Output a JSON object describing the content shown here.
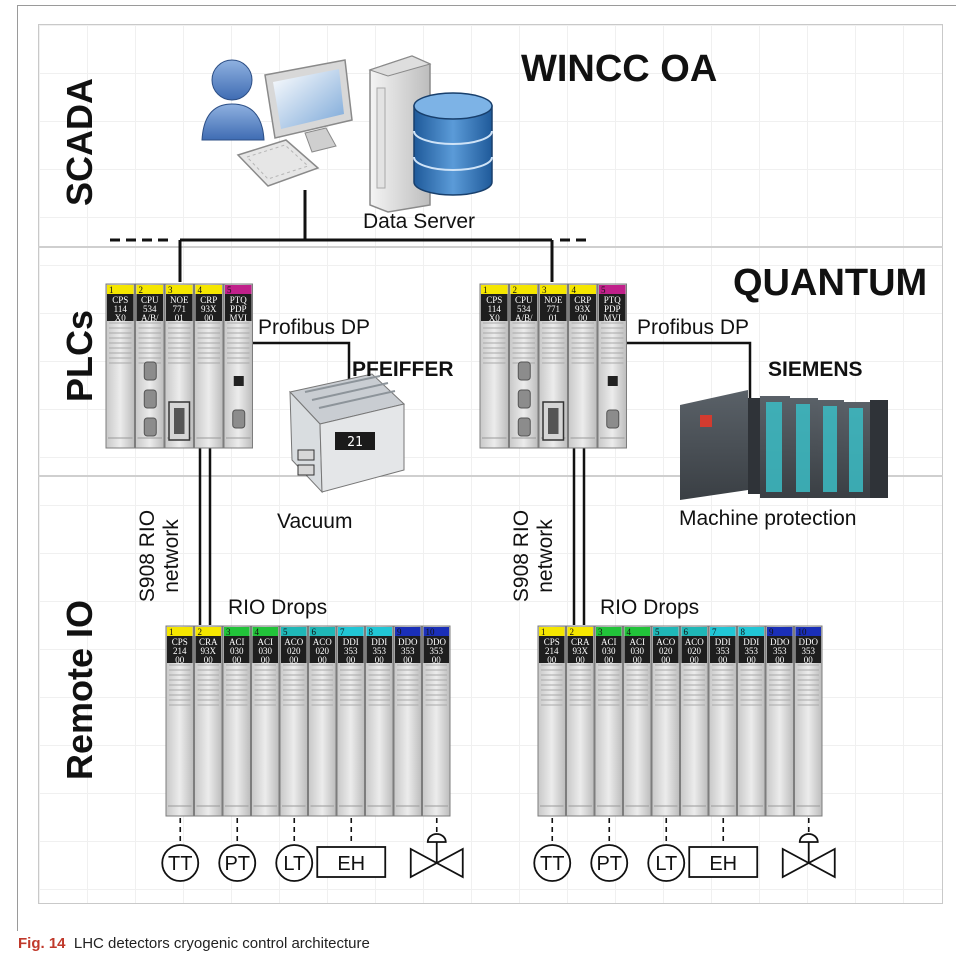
{
  "bands": {
    "scada": "SCADA",
    "plcs": "PLCs",
    "remote_io": "Remote IO"
  },
  "titles": {
    "wincc": "WINCC OA",
    "quantum": "QUANTUM"
  },
  "labels": {
    "data_server": "Data Server",
    "profibus_left": "Profibus DP",
    "profibus_right": "Profibus DP",
    "pfeiffer": "PFEIFFER",
    "siemens": "SIEMENS",
    "vacuum": "Vacuum",
    "machine_protection": "Machine protection",
    "rio_network_left_1": "S908 RIO",
    "rio_network_left_2": "network",
    "rio_network_right_1": "S908 RIO",
    "rio_network_right_2": "network",
    "rio_drops_left": "RIO Drops",
    "rio_drops_right": "RIO Drops"
  },
  "plc_modules": [
    {
      "slot": "1",
      "lines": [
        "CPS",
        "114",
        "X0"
      ],
      "color": "#f5e600"
    },
    {
      "slot": "2",
      "lines": [
        "CPU",
        "534",
        "A/B/"
      ],
      "color": "#f5e600"
    },
    {
      "slot": "3",
      "lines": [
        "NOE",
        "771",
        "01"
      ],
      "color": "#f5e600"
    },
    {
      "slot": "4",
      "lines": [
        "CRP",
        "93X",
        "00"
      ],
      "color": "#f5e600"
    },
    {
      "slot": "5",
      "lines": [
        "PTQ",
        "PDP",
        "MVI"
      ],
      "color": "#c0208a"
    }
  ],
  "rio_modules": [
    {
      "slot": "1",
      "lines": [
        "CPS",
        "214",
        "00"
      ],
      "color": "#f5e600"
    },
    {
      "slot": "2",
      "lines": [
        "CRA",
        "93X",
        "00"
      ],
      "color": "#f5e600"
    },
    {
      "slot": "3",
      "lines": [
        "ACI",
        "030",
        "00"
      ],
      "color": "#22c33a"
    },
    {
      "slot": "4",
      "lines": [
        "ACI",
        "030",
        "00"
      ],
      "color": "#22c33a"
    },
    {
      "slot": "5",
      "lines": [
        "ACO",
        "020",
        "00"
      ],
      "color": "#1fb7b7"
    },
    {
      "slot": "6",
      "lines": [
        "ACO",
        "020",
        "00"
      ],
      "color": "#1fb7b7"
    },
    {
      "slot": "7",
      "lines": [
        "DDI",
        "353",
        "00"
      ],
      "color": "#21c6d6"
    },
    {
      "slot": "8",
      "lines": [
        "DDI",
        "353",
        "00"
      ],
      "color": "#21c6d6"
    },
    {
      "slot": "9",
      "lines": [
        "DDO",
        "353",
        "00"
      ],
      "color": "#1a2fb8"
    },
    {
      "slot": "10",
      "lines": [
        "DDO",
        "353",
        "00"
      ],
      "color": "#1a2fb8"
    }
  ],
  "field_instruments": [
    "TT",
    "PT",
    "LT",
    "EH"
  ],
  "vacuum_display": "21",
  "colors": {
    "band_separator": "#cfcfcf",
    "rack_body": "#d9d9d9",
    "rack_dark": "#222222",
    "siemens_teal": "#3bbcc4",
    "database_blue": "#2b6aa8",
    "caption_red": "#c0392b"
  },
  "caption": {
    "label": "Fig. 14",
    "text": "LHC detectors cryogenic control architecture"
  }
}
